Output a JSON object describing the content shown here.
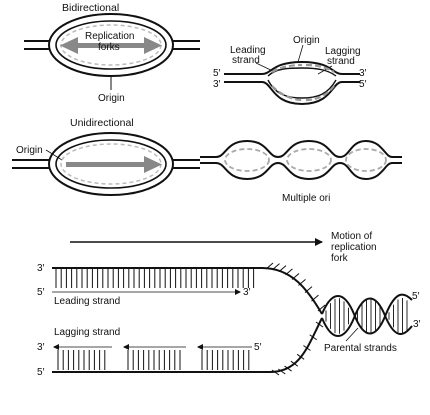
{
  "panel_top_left": {
    "heading": "Bidirectional",
    "center_label_line1": "Replication",
    "center_label_line2": "forks",
    "origin_label": "Origin"
  },
  "panel_top_right": {
    "origin_label": "Origin",
    "leading_line1": "Leading",
    "leading_line2": "strand",
    "lagging_line1": "Lagging",
    "lagging_line2": "strand",
    "left_top_end": "5′",
    "left_bottom_end": "3′",
    "right_top_end": "3′",
    "right_bottom_end": "5′"
  },
  "panel_middle_left": {
    "heading": "Unidirectional",
    "origin_label": "Origin"
  },
  "panel_middle_right": {
    "caption": "Multiple ori"
  },
  "panel_bottom": {
    "motion_line1": "Motion of",
    "motion_line2": "replication",
    "motion_line3": "fork",
    "top_left_end": "3′",
    "leading_left_end": "5′",
    "leading_label": "Leading strand",
    "leading_right_end": "3′",
    "lagging_label": "Lagging strand",
    "lagging_left_end": "3′",
    "fragment_end": "5′",
    "bottom_left_end": "5′",
    "parental_label": "Parental strands",
    "parental_end_top": "5′",
    "parental_end_bottom": "3′"
  }
}
